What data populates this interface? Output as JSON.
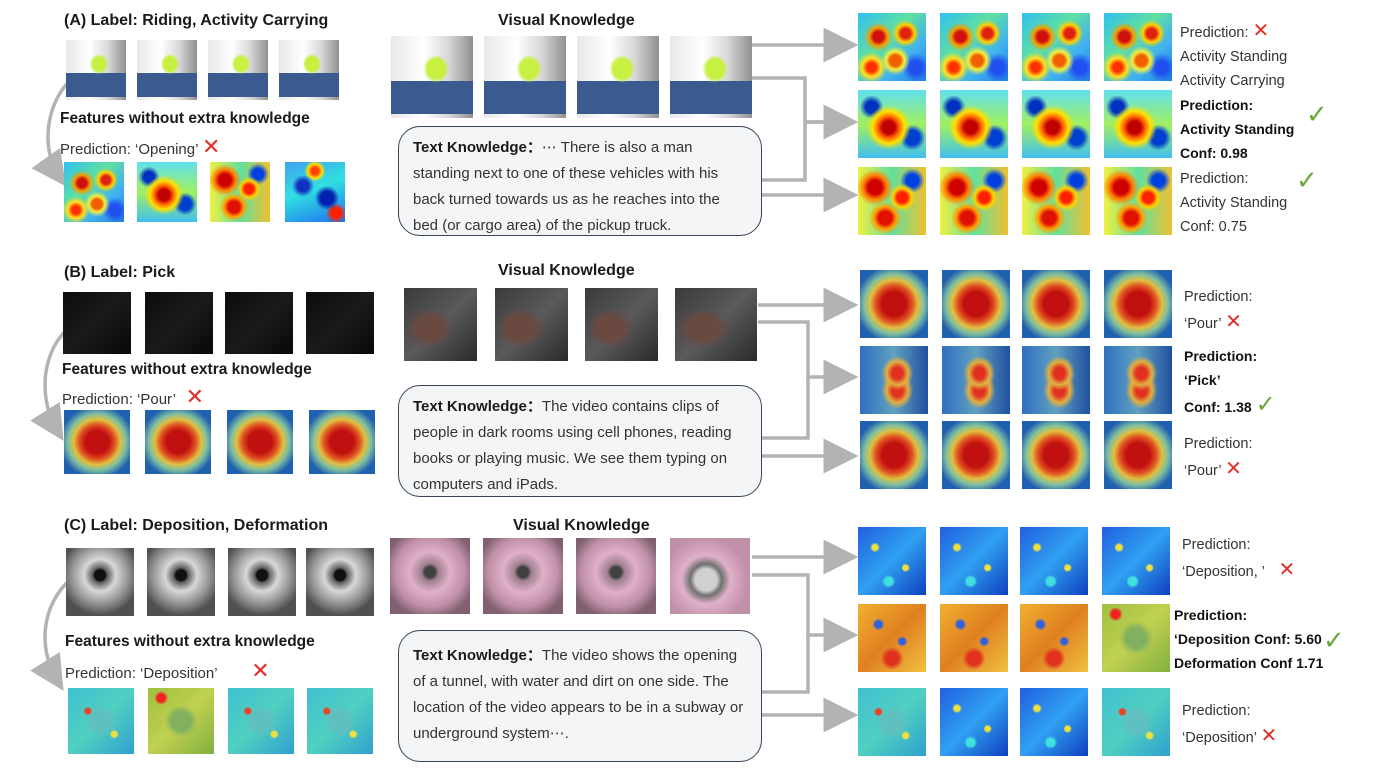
{
  "colors": {
    "cross": "#e0302a",
    "check": "#6aa838",
    "arrow": "#b3b3b3",
    "box_border": "#3a4657"
  },
  "panelA": {
    "label": "(A)  Label: Riding, Activity Carrying",
    "features_title": "Features without extra knowledge",
    "prediction": "Prediction:  ‘Opening’",
    "visual_title": "Visual Knowledge",
    "text_label": "Text Knowledge：",
    "text_body": "⋯ There is also a man standing next to one of these vehicles with his back turned towards us as he reaches into the bed (or cargo area) of the pickup truck.",
    "results": [
      {
        "lines": [
          "Prediction:",
          "Activity Standing",
          "Activity Carrying"
        ],
        "bold": false,
        "mark": "cross"
      },
      {
        "lines": [
          "Prediction:",
          "Activity Standing",
          "Conf: 0.98"
        ],
        "bold": true,
        "mark": "check"
      },
      {
        "lines": [
          "Prediction:",
          "Activity Standing",
          "Conf: 0.75"
        ],
        "bold": false,
        "mark": "check"
      }
    ]
  },
  "panelB": {
    "label": "(B)  Label: Pick",
    "features_title": "Features without extra knowledge",
    "prediction": "Prediction:  ‘Pour’",
    "visual_title": "Visual Knowledge",
    "text_label": "Text Knowledge：",
    "text_body": "The video contains clips of people in dark rooms using cell phones, reading books or playing music. We see them typing on computers and iPads.",
    "results": [
      {
        "lines": [
          "Prediction:",
          "‘Pour’"
        ],
        "bold": false,
        "mark": "cross"
      },
      {
        "lines": [
          "Prediction:",
          "‘Pick’",
          "Conf: 1.38"
        ],
        "bold": true,
        "mark": "check"
      },
      {
        "lines": [
          "Prediction:",
          "‘Pour’"
        ],
        "bold": false,
        "mark": "cross"
      }
    ]
  },
  "panelC": {
    "label": "(C)  Label:  Deposition,  Deformation",
    "features_title": "Features without extra knowledge",
    "prediction": "Prediction:  ‘Deposition’",
    "visual_title": "Visual Knowledge",
    "text_label": "Text Knowledge：",
    "text_body": "The video shows the opening of a tunnel, with water and dirt on one side. The location of the video appears to be in a subway or underground system⋯.",
    "results": [
      {
        "lines": [
          "Prediction:",
          "‘Deposition, ’"
        ],
        "bold": false,
        "mark": "cross"
      },
      {
        "lines": [
          "Prediction:",
          "‘Deposition Conf: 5.60",
          "Deformation  Conf 1.71"
        ],
        "bold": true,
        "mark": "check"
      },
      {
        "lines": [
          "Prediction:",
          "‘Deposition’"
        ],
        "bold": false,
        "mark": "cross"
      }
    ]
  },
  "icons": {
    "cross": "✕",
    "check": "✓"
  }
}
